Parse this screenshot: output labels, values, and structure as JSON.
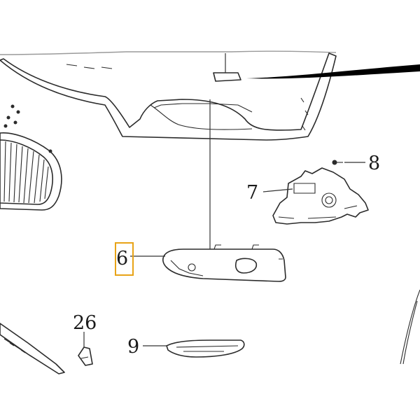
{
  "diagram": {
    "callouts": [
      {
        "id": "part-6",
        "label": "6",
        "highlighted": true
      },
      {
        "id": "part-7",
        "label": "7",
        "highlighted": false
      },
      {
        "id": "part-8",
        "label": "8",
        "highlighted": false
      },
      {
        "id": "part-9",
        "label": "9",
        "highlighted": false
      },
      {
        "id": "part-26",
        "label": "26",
        "highlighted": false
      }
    ],
    "colors": {
      "highlight": "#e8a317",
      "line": "#2b2b2b",
      "fill": "#000000",
      "background": "#ffffff"
    }
  }
}
